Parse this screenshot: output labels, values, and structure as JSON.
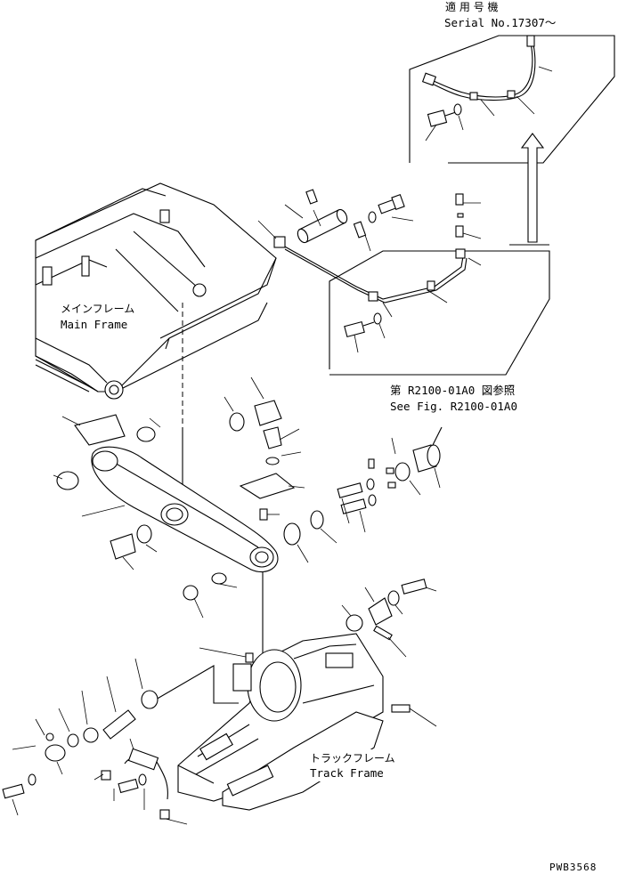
{
  "serial_callout": {
    "title_jp": "適 用 号 機",
    "serial": "Serial No.17307～"
  },
  "reference": {
    "label_jp": "第 R2100-01A0 図参照",
    "label_en": "See Fig. R2100-01A0"
  },
  "main_frame": {
    "label_jp": "メインフレーム",
    "label_en": "Main Frame"
  },
  "track_frame": {
    "label_jp": "トラックフレーム",
    "label_en": "Track Frame"
  },
  "drawing_code": "PWB3568"
}
